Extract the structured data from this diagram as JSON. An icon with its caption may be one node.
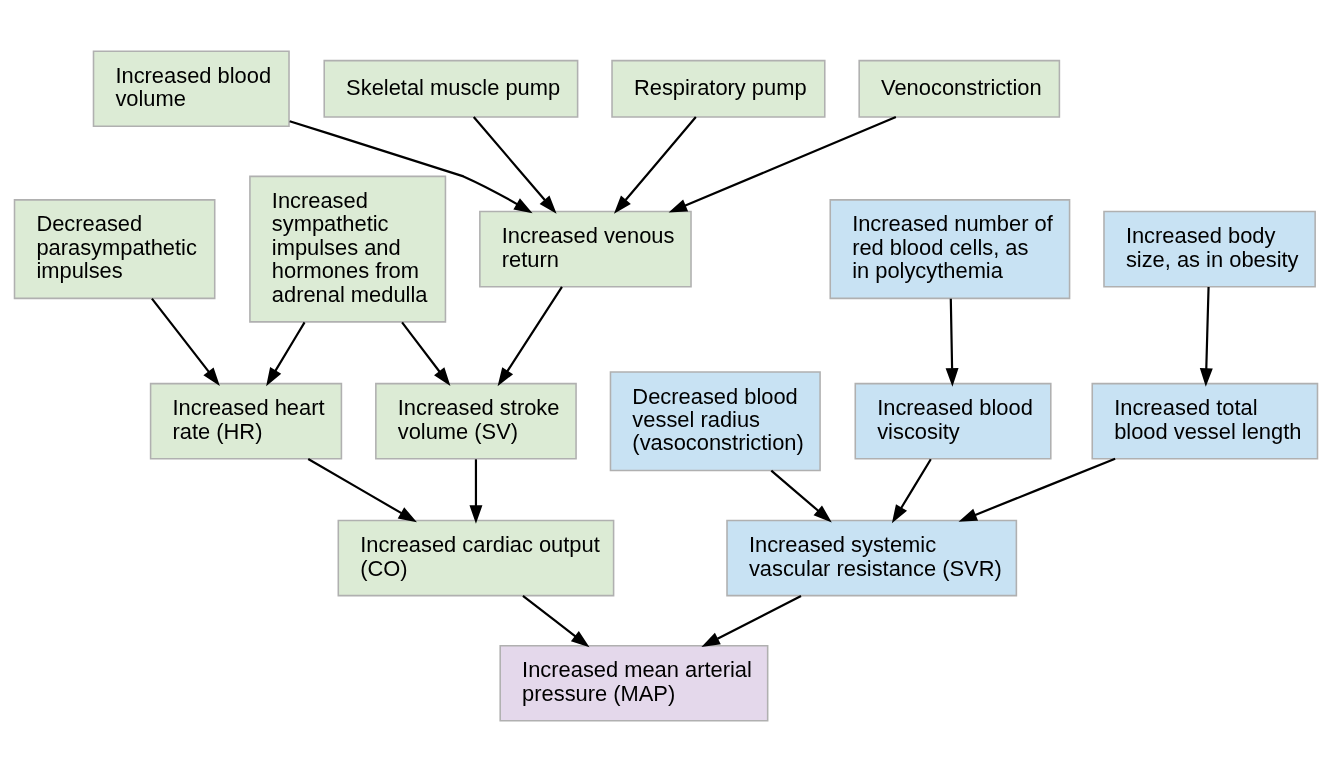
{
  "diagram": {
    "nodes": [
      {
        "text": [
          "Increased blood volume"
        ]
      },
      {
        "text": [
          "Skeletal muscle pump"
        ]
      },
      {
        "text": [
          "Respiratory pump"
        ]
      },
      {
        "text": [
          "Venoconstriction"
        ]
      },
      {
        "text": [
          "Decreased parasympathetic impulses"
        ]
      },
      {
        "text": [
          "Increased sympathetic impulses and hormones from adrenal medulla"
        ]
      },
      {
        "text": [
          "Increased venous return"
        ]
      },
      {
        "text": [
          "Increased number of red blood cells, as in polycythemia"
        ]
      },
      {
        "text": [
          "Increased body size, as in obesity"
        ]
      },
      {
        "text": [
          "Increased heart rate (HR)"
        ]
      },
      {
        "text": [
          "Increased stroke volume (SV)"
        ]
      },
      {
        "text": [
          "Increased blood viscosity"
        ]
      },
      {
        "text": [
          "Increased total blood vessel length"
        ]
      },
      {
        "text": [
          "Decreased blood vessel radius (vasoconstriction)"
        ]
      },
      {
        "text": [
          "Increased cardiac output (CO)"
        ]
      },
      {
        "text": [
          "Increased systemic vascular resistance (SVR)"
        ]
      },
      {
        "text": [
          "Increased mean arterial pressure (MAP)"
        ]
      }
    ],
    "edges": [
      {
        "from": 0,
        "to": 6,
        "arrow": "to"
      },
      {
        "from": 1,
        "to": 6,
        "arrow": "to"
      },
      {
        "from": 2,
        "to": 6,
        "arrow": "to"
      },
      {
        "from": 3,
        "to": 6,
        "arrow": "to"
      },
      {
        "from": 4,
        "to": 9,
        "arrow": "to"
      },
      {
        "from": 5,
        "to": 9,
        "arrow": "to"
      },
      {
        "from": 5,
        "to": 10,
        "arrow": "to"
      },
      {
        "from": 6,
        "to": 10,
        "arrow": "to"
      },
      {
        "from": 7,
        "to": 11,
        "arrow": "to"
      },
      {
        "from": 8,
        "to": 12,
        "arrow": "to"
      },
      {
        "from": 9,
        "to": 14,
        "arrow": "to"
      },
      {
        "from": 10,
        "to": 14,
        "arrow": "to"
      },
      {
        "from": 11,
        "to": 15,
        "arrow": "to"
      },
      {
        "from": 12,
        "to": 15,
        "arrow": "to"
      },
      {
        "from": 13,
        "to": 15,
        "arrow": "to"
      },
      {
        "from": 14,
        "to": 16,
        "arrow": "to"
      },
      {
        "from": 15,
        "to": 16,
        "arrow": "to"
      }
    ]
  }
}
